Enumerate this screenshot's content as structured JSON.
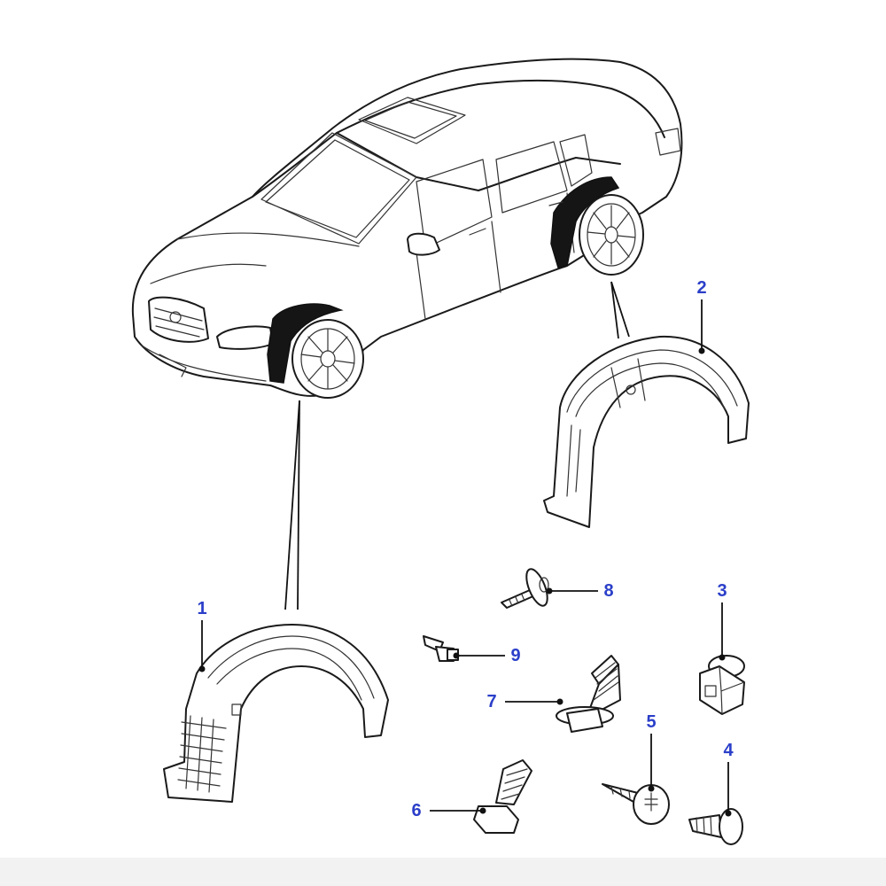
{
  "colors": {
    "callout": "#2b3fc9",
    "line": "#1a1a1a",
    "highlight": "#151515",
    "footer": "#f2f2f2"
  },
  "callouts": [
    {
      "id": "1",
      "label": "1"
    },
    {
      "id": "2",
      "label": "2"
    },
    {
      "id": "3",
      "label": "3"
    },
    {
      "id": "4",
      "label": "4"
    },
    {
      "id": "5",
      "label": "5"
    },
    {
      "id": "6",
      "label": "6"
    },
    {
      "id": "7",
      "label": "7"
    },
    {
      "id": "8",
      "label": "8"
    },
    {
      "id": "9",
      "label": "9"
    }
  ]
}
